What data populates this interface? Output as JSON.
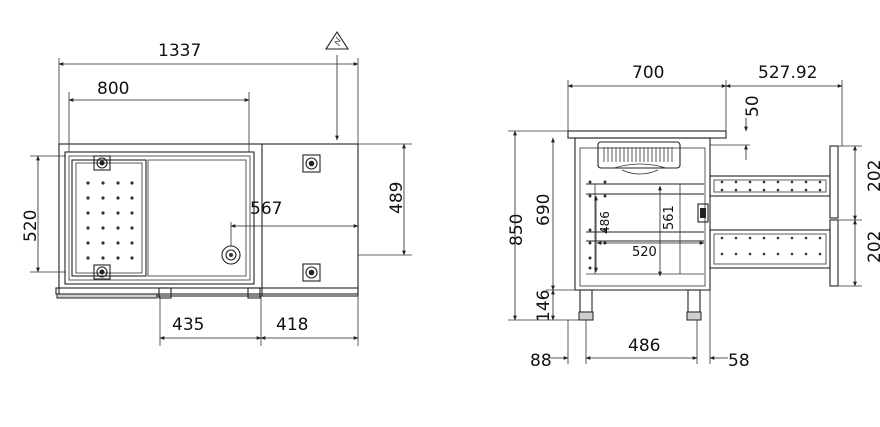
{
  "top_view": {
    "labels": {
      "total_width": "1337",
      "inner_width": "800",
      "depth_left": "520",
      "depth_right": "489",
      "drain_offset": "567",
      "bottom_left": "435",
      "bottom_right": "418"
    }
  },
  "side_view": {
    "labels": {
      "cabinet_depth": "700",
      "drawer_extension": "527.92",
      "top_thickness": "50",
      "total_height": "850",
      "body_height": "690",
      "inner_height": "561",
      "inner_small": "486",
      "inner_width": "520",
      "leg_height": "146",
      "drawer_height_top": "202",
      "drawer_height_bottom": "202",
      "left_offset": "88",
      "leg_spacing": "486",
      "right_offset": "58"
    }
  }
}
